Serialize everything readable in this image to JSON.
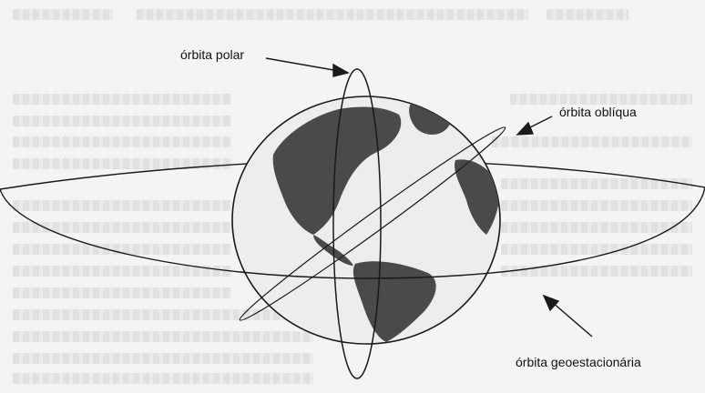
{
  "labels": {
    "polar": "órbita polar",
    "oblique": "órbita oblíqua",
    "geostationary": "órbita geoestacionária"
  },
  "colors": {
    "background": "#f4f4f2",
    "globe_fill": "#ededeb",
    "land": "#4a4a4a",
    "line": "#1a1a1a"
  }
}
